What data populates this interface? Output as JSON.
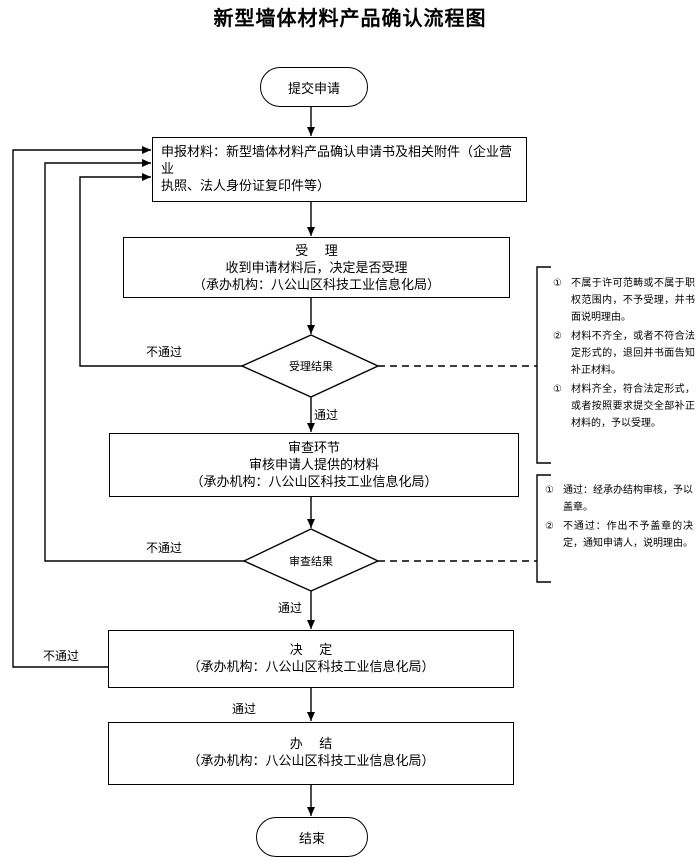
{
  "title": "新型墙体材料产品确认流程图",
  "nodes": {
    "start": "提交申请",
    "submit": {
      "line1": "申报材料：新型墙体材料产品确认申请书及相关附件（企业营业",
      "line2": "执照、法人身份证复印件等）"
    },
    "accept": {
      "line1": "受    理",
      "line2": "收到申请材料后，决定是否受理",
      "line3": "（承办机构：八公山区科技工业信息化局）"
    },
    "accept_result": "受理结果",
    "review": {
      "line1": "审查环节",
      "line2": "审核申请人提供的材料",
      "line3": "（承办机构：八公山区科技工业信息化局）"
    },
    "review_result": "审查结果",
    "decide": {
      "line1": "决    定",
      "line2": "（承办机构：八公山区科技工业信息化局）"
    },
    "finish": {
      "line1": "办    结",
      "line2": "（承办机构：八公山区科技工业信息化局）"
    },
    "end": "结束"
  },
  "edge_labels": {
    "fail_accept": "不通过",
    "pass_accept": "通过",
    "fail_review": "不通过",
    "pass_review": "通过",
    "fail_decide": "不通过",
    "pass_decide": "通过"
  },
  "notes": {
    "accept": [
      {
        "num": "①",
        "text": "不属于许可范畴或不属于职权范围内，不予受理，并书面说明理由。"
      },
      {
        "num": "②",
        "text": "材料不齐全，或者不符合法定形式的，退回并书面告知补正材料。"
      },
      {
        "num": "①",
        "text": "材料齐全，符合法定形式，或者按照要求提交全部补正材料的，予以受理。"
      }
    ],
    "review": [
      {
        "num": "①",
        "text": "通过：经承办结构审核，予以盖章。"
      },
      {
        "num": "②",
        "text": "不通过：作出不予盖章的决定，通知申请人，说明理由。"
      }
    ]
  }
}
